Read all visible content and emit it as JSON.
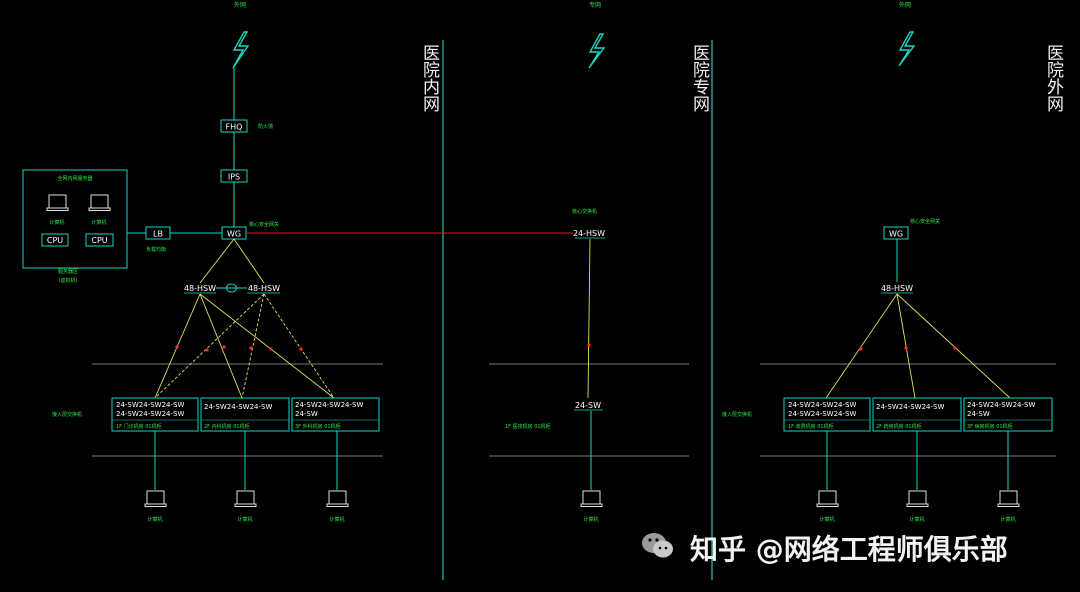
{
  "zones": [
    {
      "title": "医院内网"
    },
    {
      "title": "医院专网"
    },
    {
      "title": "医院外网"
    }
  ],
  "top_labels": [
    "外网",
    "专网",
    "外网"
  ],
  "inner": {
    "fhq": "FHQ",
    "fhq_note": "防火墙",
    "ips": "IPS",
    "lb": "LB",
    "lb_note": "负载均衡",
    "wg": "WG",
    "wg_note": "核心安全网关",
    "hsw_left": "48-HSW",
    "hsw_right": "48-HSW",
    "server_group_title": "全网内网服务器",
    "pc_label": "计算机",
    "cpu": "CPU",
    "server_group_note1": "服务器区",
    "server_group_note2": "（虚拟机）",
    "access_label": "接入层交换机",
    "access_boxes": [
      {
        "sw1": "24-SW24-SW24-SW",
        "sw2": "24-SW24-SW24-SW",
        "note": "1F 门诊机房 01机柜"
      },
      {
        "sw1": "24-SW24-SW24-SW",
        "sw2": "",
        "note": "2F 内科机房 01机柜"
      },
      {
        "sw1": "24-SW24-SW24-SW",
        "sw2": "24-SW",
        "note": "3F 外科机房 01机柜"
      }
    ]
  },
  "private": {
    "core_note": "核心交换机",
    "core": "24-HSW",
    "access": "24-SW",
    "access_note": "1F 医技机房 01机柜",
    "pc_label": "计算机"
  },
  "outer": {
    "wg": "WG",
    "wg_note": "核心安全网关",
    "hsw": "48-HSW",
    "access_label": "接入层交换机",
    "access_boxes": [
      {
        "sw1": "24-SW24-SW24-SW",
        "sw2": "24-SW24-SW24-SW",
        "note": "1F 收费机房 01机柜"
      },
      {
        "sw1": "24-SW24-SW24-SW",
        "sw2": "",
        "note": "2F 药房机房 01机柜"
      },
      {
        "sw1": "24-SW24-SW24-SW",
        "sw2": "24-SW",
        "note": "3F 病房机房 01机柜"
      }
    ],
    "pc_label": "计算机"
  },
  "watermark": "知乎 @网络工程师俱乐部",
  "colors": {
    "bg": "#000000",
    "box": "#19d3c5",
    "label": "#2be84a",
    "link": "#e6e05a",
    "red_link": "#d21e1e",
    "divider": "#2fbfb4",
    "hline": "#7a7a7a",
    "lightning": "#20d4c4",
    "mark": "#ff2a2a"
  }
}
